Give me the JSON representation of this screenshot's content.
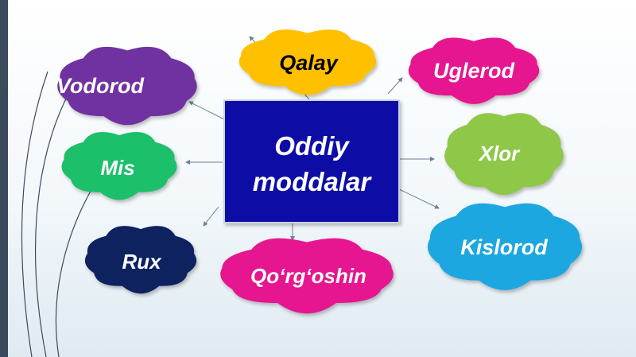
{
  "center": {
    "line1": "Oddiy",
    "line2": "moddalar",
    "fill": "#0a0aa6",
    "text_color": "#ffffff"
  },
  "clouds": [
    {
      "id": "vodorod",
      "label": "Vodorod",
      "fill": "#7030a0",
      "text_color": "#ffffff"
    },
    {
      "id": "qalay",
      "label": "Qalay",
      "fill": "#ffc000",
      "text_color": "#000000"
    },
    {
      "id": "uglerod",
      "label": "Uglerod",
      "fill": "#e5178f",
      "text_color": "#ffffff"
    },
    {
      "id": "mis",
      "label": "Mis",
      "fill": "#1fbf6a",
      "text_color": "#ffffff"
    },
    {
      "id": "xlor",
      "label": "Xlor",
      "fill": "#8fc74a",
      "text_color": "#ffffff"
    },
    {
      "id": "rux",
      "label": "Rux",
      "fill": "#10235e",
      "text_color": "#ffffff"
    },
    {
      "id": "qorgoshin",
      "label": "Qo‘rg‘oshin",
      "fill": "#e5178f",
      "text_color": "#ffffff"
    },
    {
      "id": "kislorod",
      "label": "Kislorod",
      "fill": "#1aa7e0",
      "text_color": "#ffffff"
    }
  ]
}
